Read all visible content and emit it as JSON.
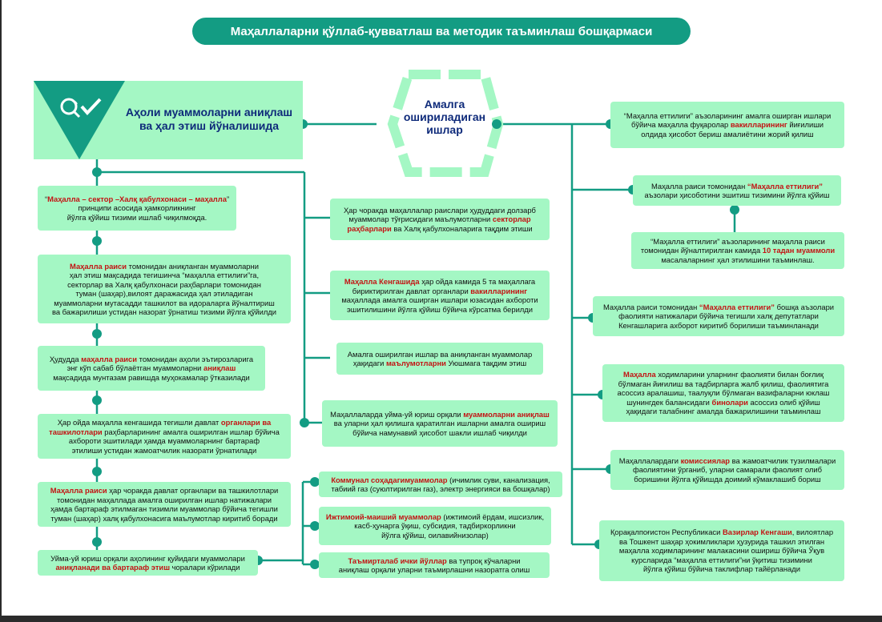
{
  "title": "Маҳаллаларни қўллаб-қувватлаш ва методик таъминлаш бошқармаси",
  "head": {
    "line1": "Аҳоли муаммоларни аниқлаш",
    "line2": "ва ҳал этиш йўналишида"
  },
  "center": {
    "line1": "Амалга",
    "line2": "ошириладиган",
    "line3": "ишлар"
  },
  "left": [
    {
      "p": [
        "“",
        {
          "h": "Маҳалла – сектор –Халқ қабулхонаси – маҳалла"
        },
        "”"
      ],
      "l2": "принципи асосида ҳамкорликнинг",
      "l3": "йўлга қўйиш тизими ишлаб чиқилмоқда."
    },
    {
      "h": "Маҳалла раиси",
      "t1": " томонидан аниқланган муаммоларни",
      "t2": "ҳал этиш мақсадида тегишинча “маҳалла еттилиги”га,",
      "t3": "секторлар ва Халқ қабулхонаси раҳбарлари томонидан",
      "t4": "туман (шаҳар),вилоят даражасида ҳал этиладиган",
      "t5": "муаммоларни мутасадди ташкилот ва идораларга йўналтириш",
      "t6": "ва бажарилиши устидан назорат ўрнатиш тизими йўлга қўйилди"
    },
    {
      "a": "Ҳудудда ",
      "h": "маҳалла раиси",
      "b": " томонидан аҳоли эътирозларига",
      "l2a": "энг кўп сабаб бўлаётган муаммоларни ",
      "h2": "аниқлаш",
      "l3": "мақсадида мунтазам равишда муҳокамалар ўтказилади"
    },
    {
      "a": "Ҳар ойда маҳалла кенгашида тегишли давлат ",
      "h": "органлари ва",
      "h2": "ташкилотлари",
      "b": " раҳбарларининг амалга оширилган ишлар бўйича",
      "l3": "ахбороти эшитилади ҳамда муаммоларнинг бартараф",
      "l4": "этилиши устидан жамоатчилик назорати ўрнатилади"
    },
    {
      "h": "Маҳалла раиси",
      "b": " ҳар чоракда давлат органлари ва ташкилотлари",
      "l2": "томонидан маҳаллада амалга оширилган ишлар натижалари",
      "l3": "ҳамда бартараф этилмаган тизимли муаммолар бўйича тегишли",
      "l4": "туман (шаҳар) халқ қабулхонасига маълумотлар киритиб боради"
    },
    {
      "a": "Уйма-уй юриш орқали аҳолининг қуйидаги муаммолари",
      "h": "аниқланади ва бартараф этиш",
      "b": " чоралари кўрилади"
    }
  ],
  "middle": [
    {
      "a": "Ҳар чоракда маҳаллалар раислари ҳудуддаги долзарб",
      "b": "муаммолар тўғрисидаги маълумотларни ",
      "h": "секторлар",
      "h2": "раҳбарлари",
      "c": " ва Халқ қабулхоналарига тақдим этиши"
    },
    {
      "h": "Маҳалла Кенгашида",
      "a": " ҳар ойда камида 5 та маҳаллага",
      "b": "бириктирилган давлат органлари ",
      "h2": "вакилларининг",
      "l3": "маҳаллада амалга оширган ишлари юзасидан ахбороти",
      "l4": "эшитилишини йўлга қўйиш бўйича кўрсатма берилди"
    },
    {
      "a": "Амалга оширилган ишлар ва аниқланган муаммолар",
      "b": "ҳақидаги ",
      "h": "маълумотларни",
      "c": " Уюшмага тақдим этиш"
    },
    {
      "a": "Маҳаллаларда уйма-уй юриш орқали ",
      "h": "муаммоларни аниқлаш",
      "l2": "ва уларни ҳал қилишга қаратилган ишларни амалга ошириш",
      "l3": "бўйича намунавий ҳисобот шакли ишлаб чиқилди"
    }
  ],
  "sub": [
    {
      "h": "Коммунал соҳадагимуаммолар",
      "a": " (ичимлик суви, канализация,",
      "l2": "табиий газ (суюлтирилган газ), электр энергияси ва бошқалар)"
    },
    {
      "h": "Ижтимоий-маиший муаммолар",
      "a": " (ижтимоий ёрдам, ишсизлик,",
      "l2": "касб-ҳунарга ўқиш, субсидия, тадбиркорликни",
      "l3": "йўлга қўйиш, оилавийнизолар)"
    },
    {
      "h": "Таъмирталаб ички йўллар",
      "a": " ва тупроқ кўчаларни",
      "l2": "аниқлаш орқали уларни таъмирлашни назоратга олиш"
    }
  ],
  "right": [
    {
      "a": "“Маҳалла еттилиги” аъзоларининг амалга оширган ишлари",
      "b": "бўйича маҳалла фуқаролар ",
      "h": "вакилларининг",
      "c": " йиғилиши",
      "l3": "олдида ҳисобот бериш амалиётини жорий қилиш"
    },
    {
      "a": "Маҳалла раиси томонидан ",
      "h": "“Маҳалла еттилиги”",
      "l2": "аъзолари ҳисоботини эшитиш тизимини йўлга қўйиш"
    },
    {
      "a": "“Маҳалла еттилиги” аъзоларининг маҳалла раиси",
      "b": "томонидан йўналтирилган камида ",
      "h": "10 тадан муаммоли",
      "l3": "масалаларнинг ҳал этилишини таъминлаш."
    },
    {
      "a": "Маҳалла раиси томонидан ",
      "h": "“Маҳалла еттилиги”",
      "b": " бошқа аъзолари",
      "l2": "фаолияти натижалари бўйича тегишли халқ депутатлари",
      "l3": "Кенгашларига ахборот киритиб борилиши таъминланади"
    },
    {
      "h": "Маҳалла",
      "a": " ходимларини уларнинг фаолияти билан боғлиқ",
      "l2": "бўлмаган йиғилиш ва тадбирларга жалб қилиш, фаолиятига",
      "l3": "асоссиз аралашиш, таалуқли бўлмаган вазифаларни юклаш",
      "l4a": "шунингдек балансидаги ",
      "h2": "бинолари",
      "l4b": " асоссиз олиб қўйиш",
      "l5": "ҳақидаги талабнинг амалда бажарилишини таъминлаш"
    },
    {
      "a": "Маҳаллалардаги ",
      "h": "комиссиялар",
      "b": " ва жамоатчилик тузилмалари",
      "l2": "фаолиятини ўрганиб, уларни самарали фаолият олиб",
      "l3": "боришини йўлга қўйишда доимий кўмаклашиб бориш"
    },
    {
      "a": "Қорақалпоғистон Республикаси ",
      "h": "Вазирлар Кенгаши",
      "b": ", вилоятлар",
      "l2": "ва Тошкент шаҳар ҳокимликлари ҳузурида ташкил этилган",
      "l3": "маҳалла ходимларининг малакасини ошириш бўйича Ўқув",
      "l4": "курсларида “маҳалла еттилиги”ни ўқитиш тизимини",
      "l5": "йўлга қўйиш бўйича таклифлар тайёрланади"
    }
  ],
  "colors": {
    "teal": "#139c83",
    "mint": "#a4f7c4",
    "red": "#c31313",
    "navy": "#0e2a7a"
  },
  "icons": [
    "search-icon",
    "check-icon"
  ]
}
